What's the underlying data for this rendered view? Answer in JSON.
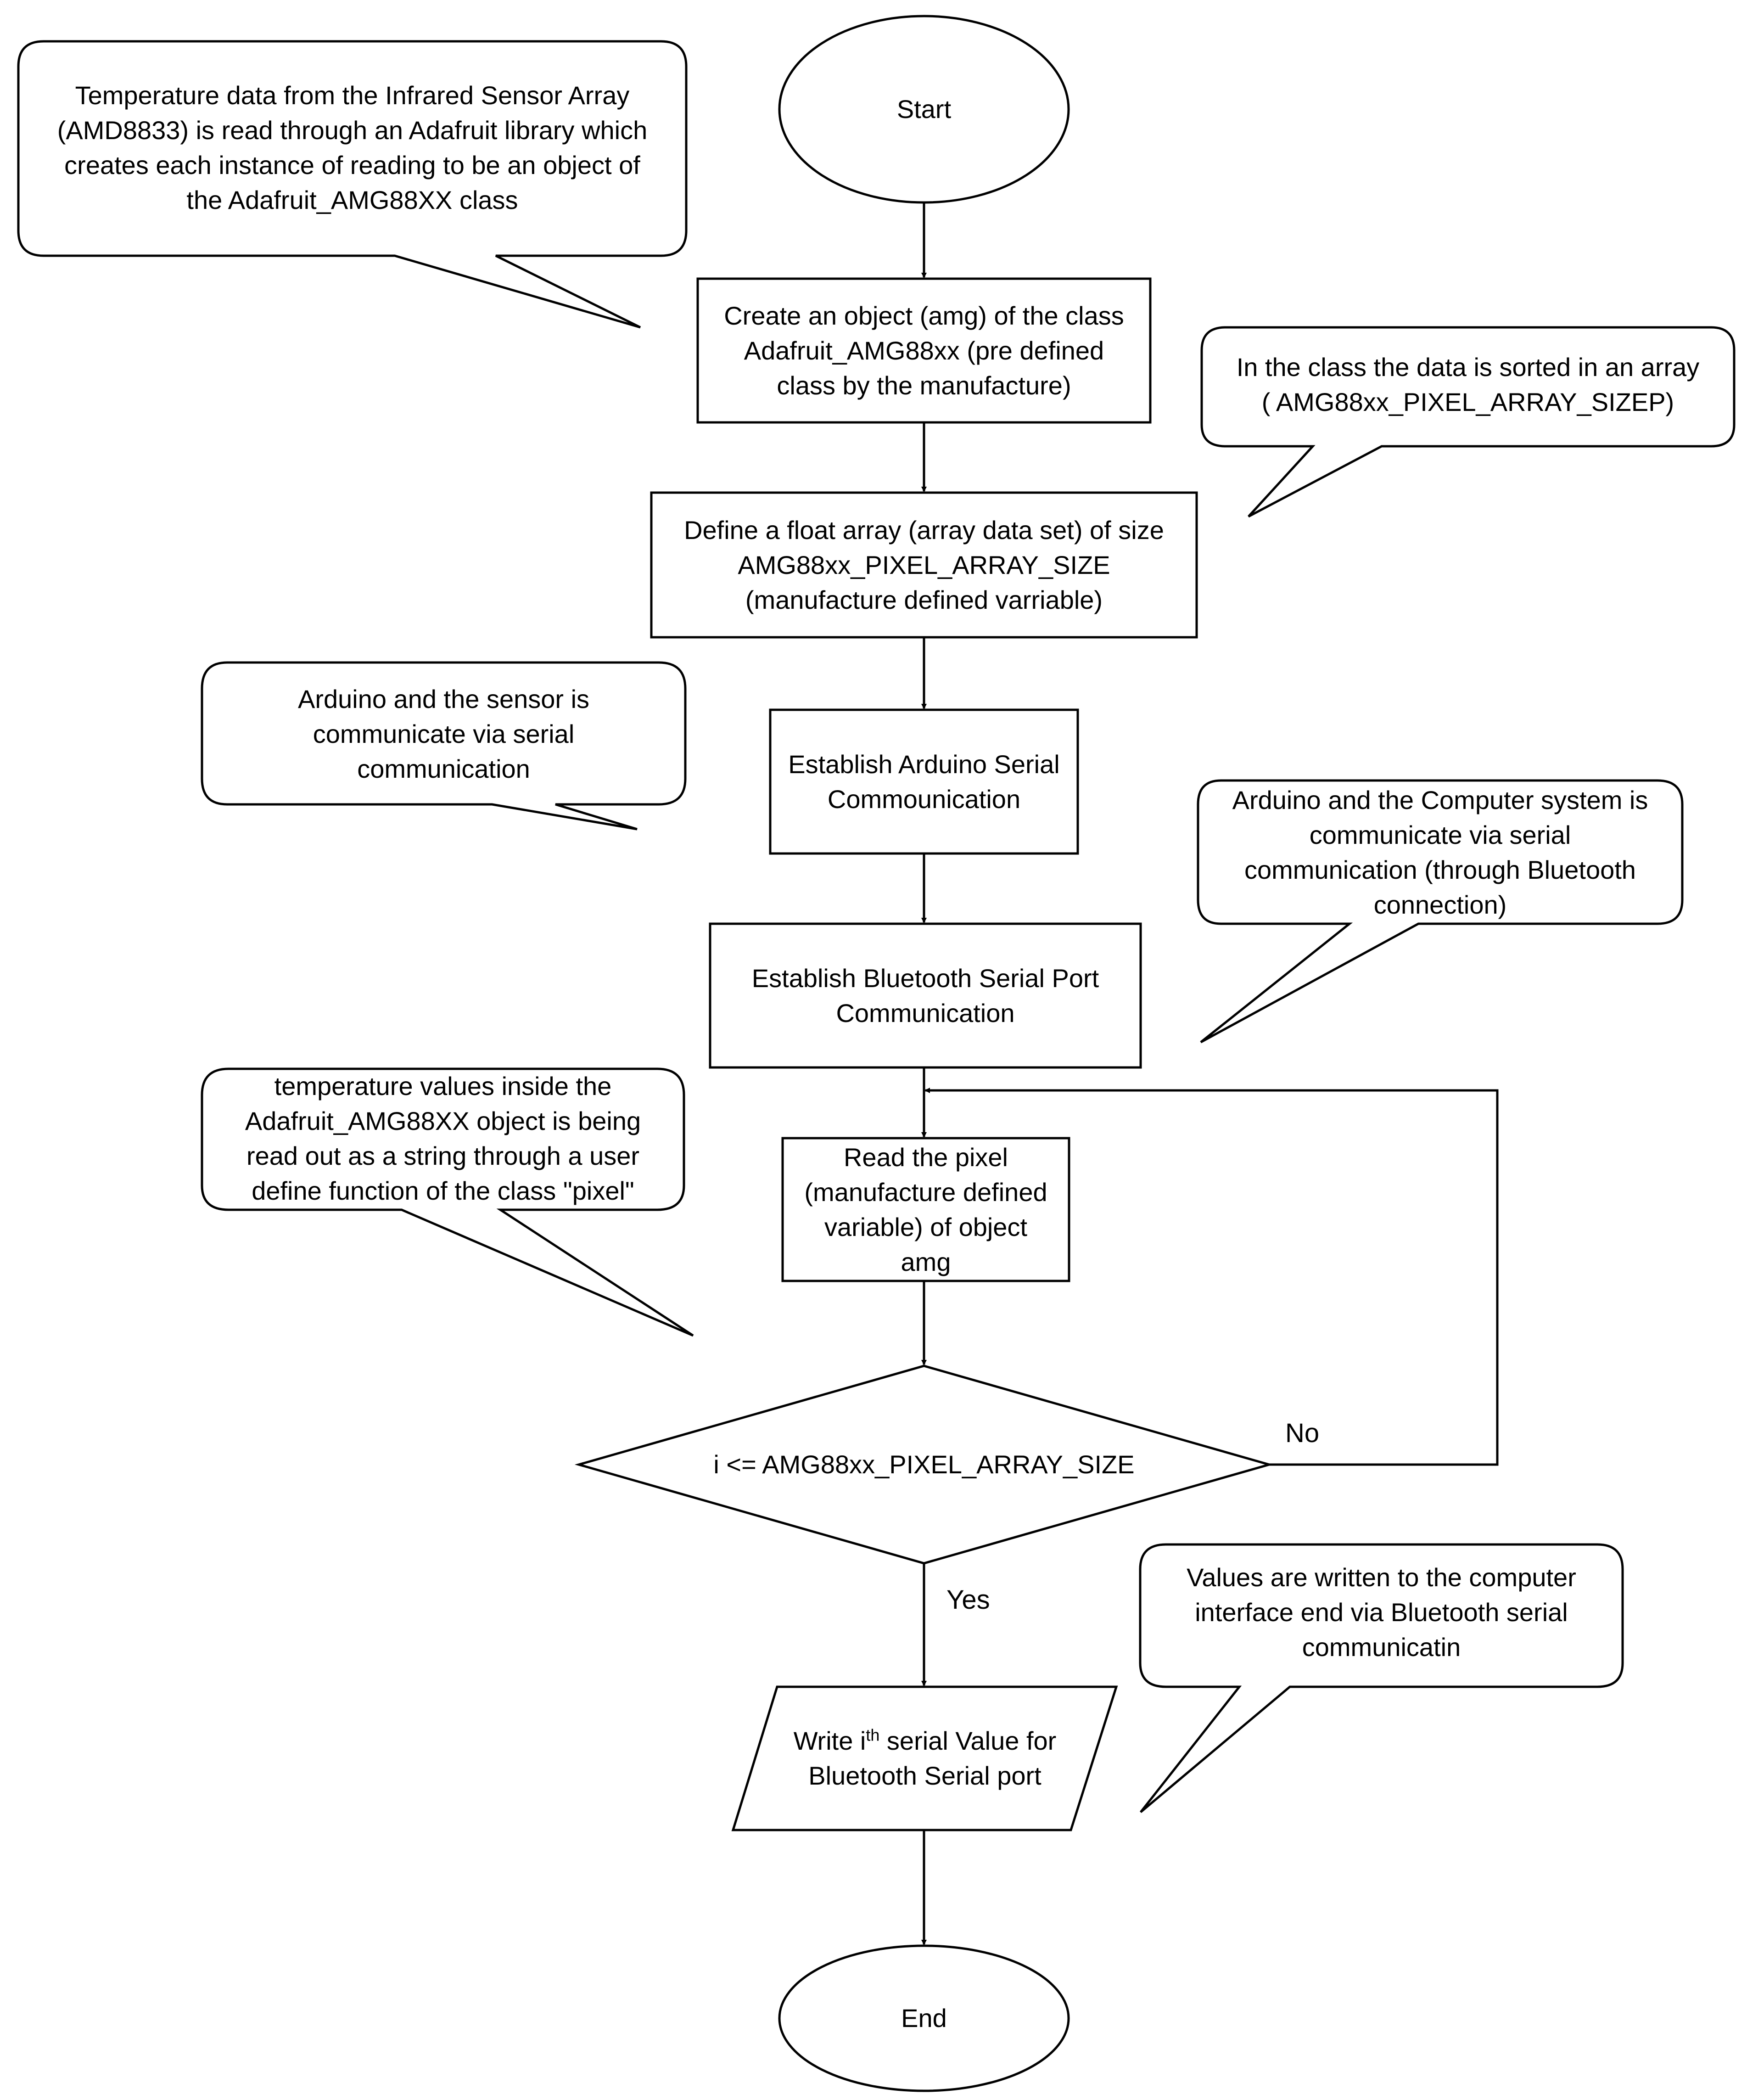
{
  "nodes": {
    "start": "Start",
    "create_object": "Create an object (amg) of the class\nAdafruit_AMG88xx (pre defined\nclass by the manufacture)",
    "define_array": "Define a float array (array data set) of size\nAMG88xx_PIXEL_ARRAY_SIZE\n(manufacture defined varriable)",
    "establish_serial": "Establish Arduino Serial\nCommounication",
    "establish_bluetooth": "Establish Bluetooth Serial Port\nCommunication",
    "read_pixel": "Read the pixel\n(manufacture defined\nvariable) of object\namg",
    "decision": "i <= AMG88xx_PIXEL_ARRAY_SIZE",
    "write_pre": "Write i",
    "write_sup": "th",
    "write_post": " serial Value for\nBluetooth Serial port",
    "end": "End"
  },
  "edges": {
    "no_label": "No",
    "yes_label": "Yes"
  },
  "callouts": {
    "sensor_library": "Temperature data from the Infrared Sensor Array\n(AMD8833) is read through an Adafruit library which\ncreates each instance of reading to be an object of\nthe Adafruit_AMG88XX class",
    "class_array": "In the class the data is sorted in an array\n( AMG88xx_PIXEL_ARRAY_SIZEP)",
    "arduino_sensor": "Arduino and the sensor is\ncommunicate via serial\ncommunication",
    "arduino_computer": "Arduino and the Computer system is\ncommunicate via serial\ncommunication (through Bluetooth\nconnection)",
    "temperature_values": "temperature values inside the\nAdafruit_AMG88XX object is being\nread out as a string through a user\ndefine function of the class \"pixel\"",
    "values_written": "Values are written to the computer\ninterface end via Bluetooth serial\ncommunicatin"
  }
}
